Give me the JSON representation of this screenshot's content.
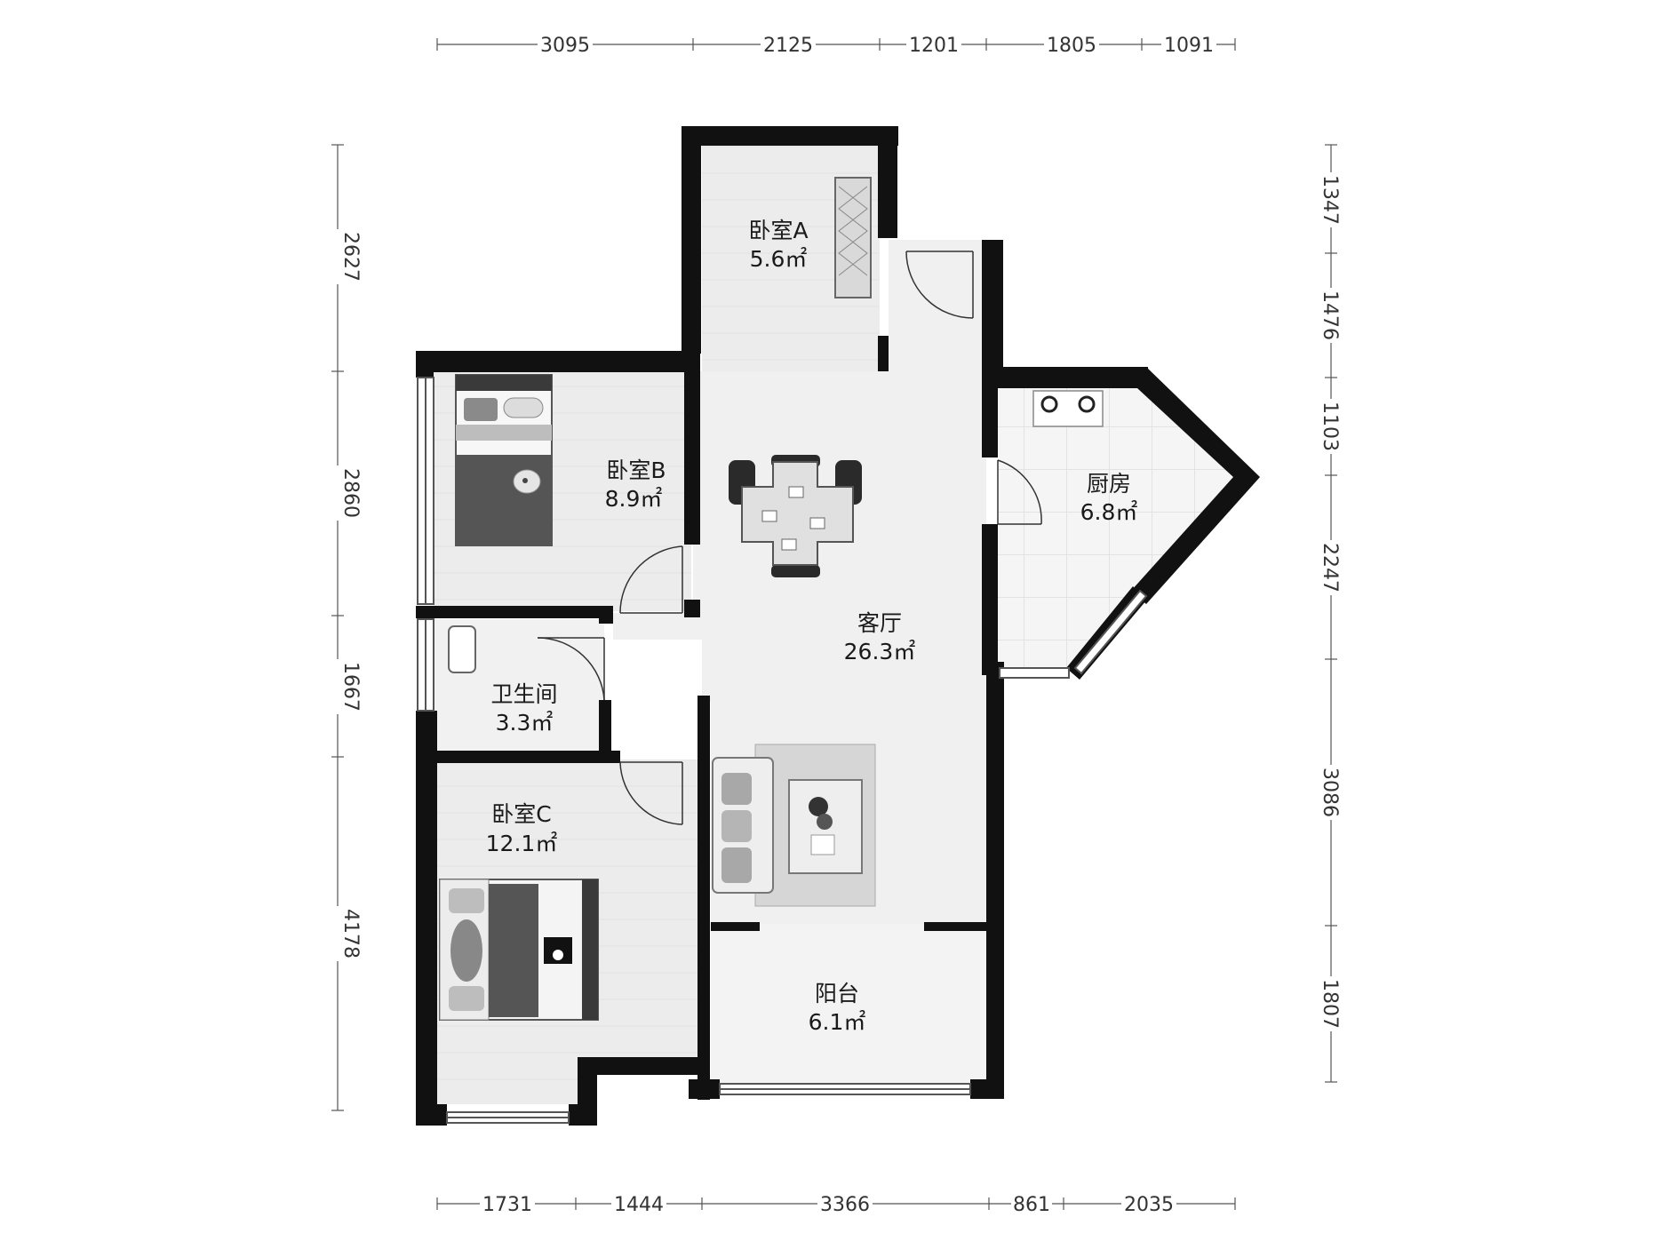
{
  "dimensions": {
    "top": [
      "3095",
      "2125",
      "1201",
      "1805",
      "1091"
    ],
    "bottom": [
      "1731",
      "1444",
      "3366",
      "861",
      "2035"
    ],
    "left": [
      "2627",
      "2860",
      "1667",
      "4178"
    ],
    "right": [
      "1347",
      "1476",
      "1103",
      "2247",
      "3086",
      "1807"
    ]
  },
  "rooms": {
    "bedroom_a": {
      "name": "卧室A",
      "area": "5.6㎡"
    },
    "bedroom_b": {
      "name": "卧室B",
      "area": "8.9㎡"
    },
    "kitchen": {
      "name": "厨房",
      "area": "6.8㎡"
    },
    "living": {
      "name": "客厅",
      "area": "26.3㎡"
    },
    "bathroom": {
      "name": "卫生间",
      "area": "3.3㎡"
    },
    "bedroom_c": {
      "name": "卧室C",
      "area": "12.1㎡"
    },
    "balcony": {
      "name": "阳台",
      "area": "6.1㎡"
    }
  },
  "colors": {
    "wall": "#111111",
    "floor": "#eeeeee",
    "kitchen_floor": "#f4f4f4",
    "dimension_line": "#555555"
  }
}
